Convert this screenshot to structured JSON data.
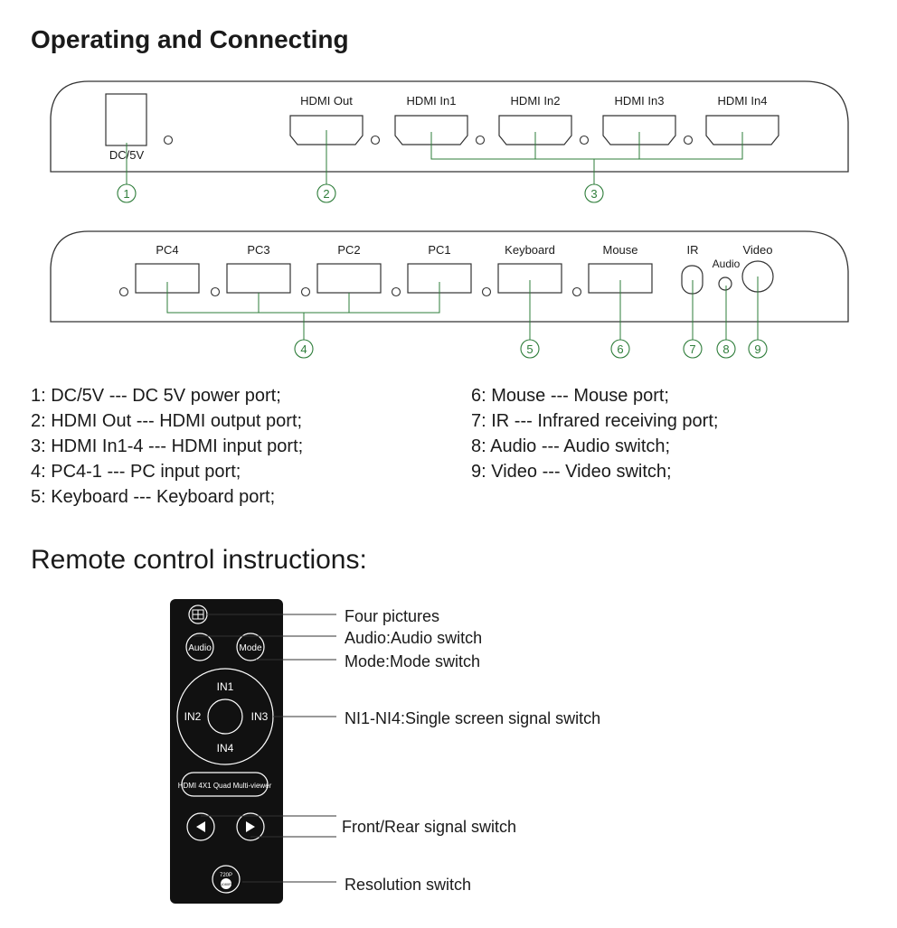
{
  "title": "Operating and Connecting",
  "front_panel": {
    "dc_label": "DC/5V",
    "hdmi_out_label": "HDMI Out",
    "hdmi_in_labels": [
      "HDMI In1",
      "HDMI In2",
      "HDMI In3",
      "HDMI In4"
    ],
    "callouts": [
      "1",
      "2",
      "3"
    ]
  },
  "rear_panel": {
    "pc_labels": [
      "PC4",
      "PC3",
      "PC2",
      "PC1"
    ],
    "keyboard_label": "Keyboard",
    "mouse_label": "Mouse",
    "ir_label": "IR",
    "audio_label": "Audio",
    "video_label": "Video",
    "callouts": [
      "4",
      "5",
      "6",
      "7",
      "8",
      "9"
    ]
  },
  "descriptions_left": [
    "1: DC/5V --- DC 5V power port;",
    "2:  HDMI Out --- HDMI output port;",
    "3:  HDMI In1-4 --- HDMI input port;",
    "4:  PC4-1 --- PC input port;",
    "5:  Keyboard --- Keyboard port;"
  ],
  "descriptions_right": [
    "6:  Mouse --- Mouse port;",
    "7:  IR --- Infrared receiving port;",
    "8:  Audio --- Audio switch;",
    "9:  Video --- Video switch;"
  ],
  "remote_title": "Remote control instructions:",
  "remote": {
    "audio_btn": "Audio",
    "mode_btn": "Mode",
    "in1": "IN1",
    "in2": "IN2",
    "in3": "IN3",
    "in4": "IN4",
    "model_label": "HDMI 4X1 Quad Multi-viewer",
    "res_top": "720P",
    "res_bottom": "1080P",
    "labels": {
      "four_pictures": "Four pictures",
      "audio_switch": "Audio:Audio switch",
      "mode_switch": "Mode:Mode switch",
      "single_screen": "NI1-NI4:Single screen signal switch",
      "front_rear": "Front/Rear signal switch",
      "resolution": "Resolution switch"
    }
  },
  "colors": {
    "callout": "#2e7d3a",
    "ink": "#1a1a1a",
    "remote_body": "#111111"
  }
}
